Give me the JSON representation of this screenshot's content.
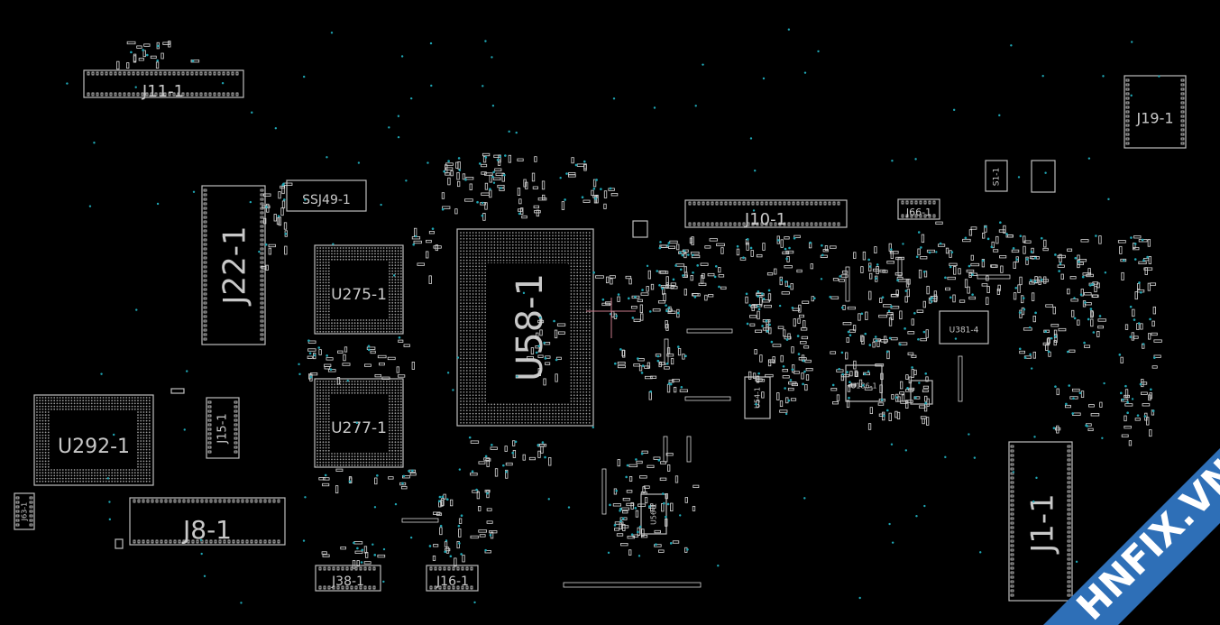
{
  "components": [
    {
      "id": "J11-1",
      "label": "J11-1"
    },
    {
      "id": "J19-1",
      "label": "J19-1"
    },
    {
      "id": "J22-1",
      "label": "J22-1"
    },
    {
      "id": "SSJ49-1",
      "label": "SSJ49-1"
    },
    {
      "id": "U275-1",
      "label": "U275-1"
    },
    {
      "id": "U277-1",
      "label": "U277-1"
    },
    {
      "id": "U58-1",
      "label": "U58-1"
    },
    {
      "id": "J10-1",
      "label": "J10-1"
    },
    {
      "id": "J66-1",
      "label": "J66-1"
    },
    {
      "id": "S1-1",
      "label": "S1-1"
    },
    {
      "id": "U292-1",
      "label": "U292-1"
    },
    {
      "id": "J15-1",
      "label": "J15-1"
    },
    {
      "id": "J8-1",
      "label": "J8-1"
    },
    {
      "id": "J38-1",
      "label": "J38-1"
    },
    {
      "id": "J16-1",
      "label": "J16-1"
    },
    {
      "id": "J1-1",
      "label": "J1-1"
    },
    {
      "id": "J63-1",
      "label": "J63-1"
    },
    {
      "id": "U381-4",
      "label": "U381-4"
    },
    {
      "id": "U186-1",
      "label": "U186-1"
    },
    {
      "id": "U54-1",
      "label": "U54-1"
    },
    {
      "id": "U56-1",
      "label": "U56-1"
    }
  ],
  "watermark": {
    "text": "HNFIX.VN",
    "ribbon_color": "#2e6fb7",
    "text_color": "#ffffff",
    "accent_color": "#d9262c"
  },
  "colors": {
    "background": "#000000",
    "outline": "#bdbdbd",
    "via": "#1fa6b4"
  }
}
